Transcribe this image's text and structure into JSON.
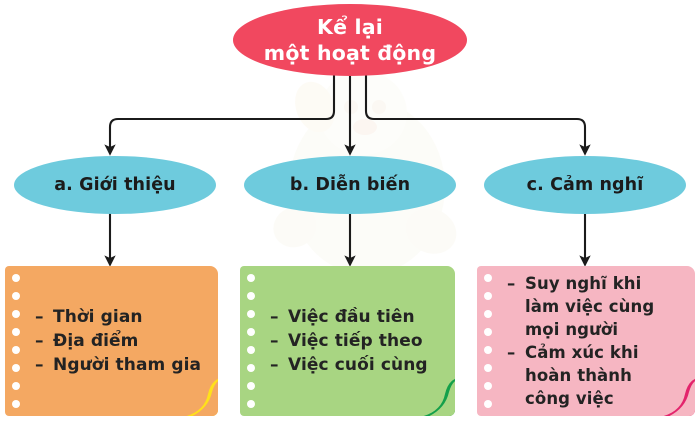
{
  "root": {
    "line1": "Kể lại",
    "line2": "một hoạt động",
    "color": "#f1485f"
  },
  "branches": [
    {
      "id": "a",
      "label": "a. Giới thiệu",
      "color": "#6ecbdd"
    },
    {
      "id": "b",
      "label": "b. Diễn biến",
      "color": "#6ecbdd"
    },
    {
      "id": "c",
      "label": "c. Cảm nghĩ",
      "color": "#6ecbdd"
    }
  ],
  "cards": [
    {
      "id": "a",
      "color": "#f4a862",
      "curl_color": "#ffe11a",
      "items": [
        "Thời gian",
        "Địa điểm",
        "Người tham gia"
      ]
    },
    {
      "id": "b",
      "color": "#a8d582",
      "curl_color": "#14a04a",
      "items": [
        "Việc đầu tiên",
        "Việc tiếp theo",
        "Việc cuối cùng"
      ]
    },
    {
      "id": "c",
      "color": "#f6b6c2",
      "curl_color": "#e3246c",
      "items": [
        "Suy nghĩ khi làm việc cùng mọi người",
        "Cảm xúc khi hoàn thành công việc"
      ]
    }
  ],
  "connectors": {
    "stroke": "#1b1b1b",
    "bullet": "–"
  }
}
